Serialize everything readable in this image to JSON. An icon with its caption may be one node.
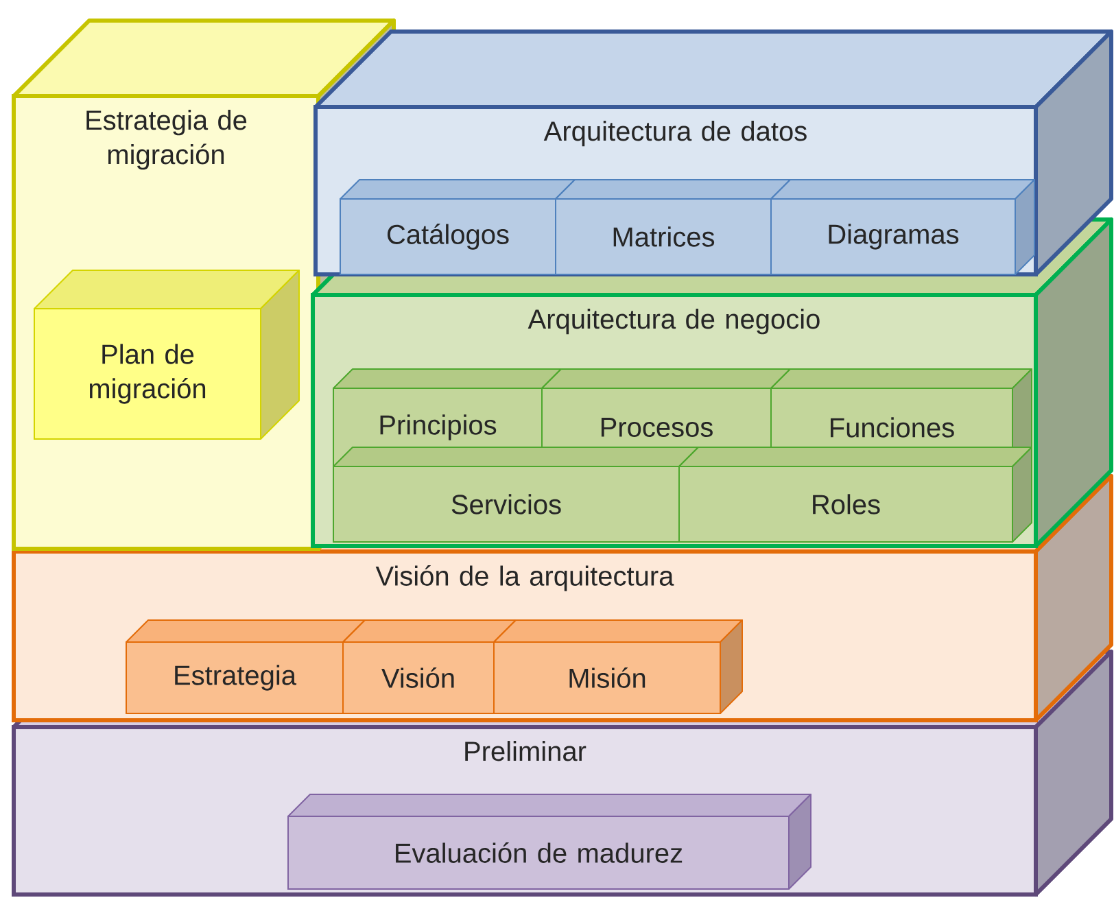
{
  "diagram": {
    "nodes": [
      {
        "text": [
          "Estrategia de migración"
        ]
      },
      {
        "text": [
          "Plan de migración"
        ],
        "in": 0
      },
      {
        "text": [
          "Arquitectura de datos"
        ]
      },
      {
        "text": [
          "Catálogos"
        ],
        "in": 2
      },
      {
        "text": [
          "Matrices"
        ],
        "in": 2
      },
      {
        "text": [
          "Diagramas"
        ],
        "in": 2
      },
      {
        "text": [
          "Arquitectura de negocio"
        ]
      },
      {
        "text": [
          "Principios"
        ],
        "in": 6
      },
      {
        "text": [
          "Procesos"
        ],
        "in": 6
      },
      {
        "text": [
          "Funciones"
        ],
        "in": 6
      },
      {
        "text": [
          "Servicios"
        ],
        "in": 6
      },
      {
        "text": [
          "Roles"
        ],
        "in": 6
      },
      {
        "text": [
          "Visión de la arquitectura"
        ]
      },
      {
        "text": [
          "Estrategia"
        ],
        "in": 12
      },
      {
        "text": [
          "Visión"
        ],
        "in": 12
      },
      {
        "text": [
          "Misión"
        ],
        "in": 12
      },
      {
        "text": [
          "Preliminar"
        ]
      },
      {
        "text": [
          "Evaluación de madurez"
        ],
        "in": 16
      }
    ]
  }
}
